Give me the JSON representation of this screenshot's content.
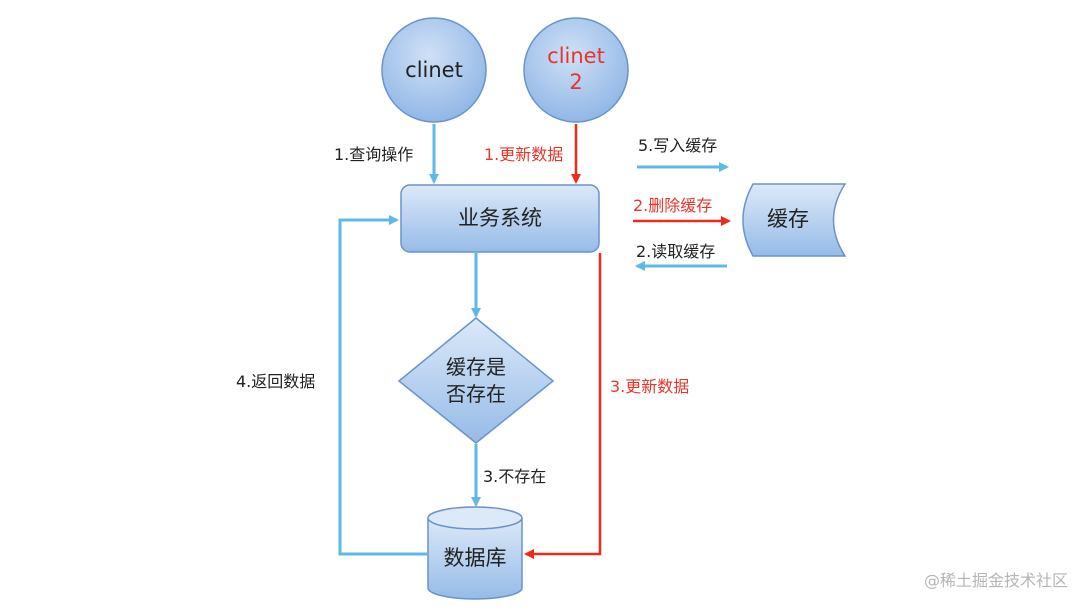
{
  "nodes": {
    "client1": "clinet",
    "client2_line1": "clinet",
    "client2_line2": "2",
    "business": "业务系统",
    "cache": "缓存",
    "decision_line1": "缓存是",
    "decision_line2": "否存在",
    "database": "数据库"
  },
  "edges": {
    "query": "1.查询操作",
    "update1": "1.更新数据",
    "write_cache": "5.写入缓存",
    "delete_cache": "2.删除缓存",
    "read_cache": "2.读取缓存",
    "not_exist": "3.不存在",
    "update3": "3.更新数据",
    "return_data": "4.返回数据"
  },
  "watermark": "@稀土掘金技术社区",
  "colors": {
    "node_fill_light": "#dce9f8",
    "node_fill_dark": "#8fb6e6",
    "node_stroke": "#6a93c9",
    "blue_arrow": "#5fb9e6",
    "red_arrow": "#ee2a1b",
    "red_text": "#e8352a",
    "text": "#222222",
    "watermark": "#b5b5b5"
  }
}
